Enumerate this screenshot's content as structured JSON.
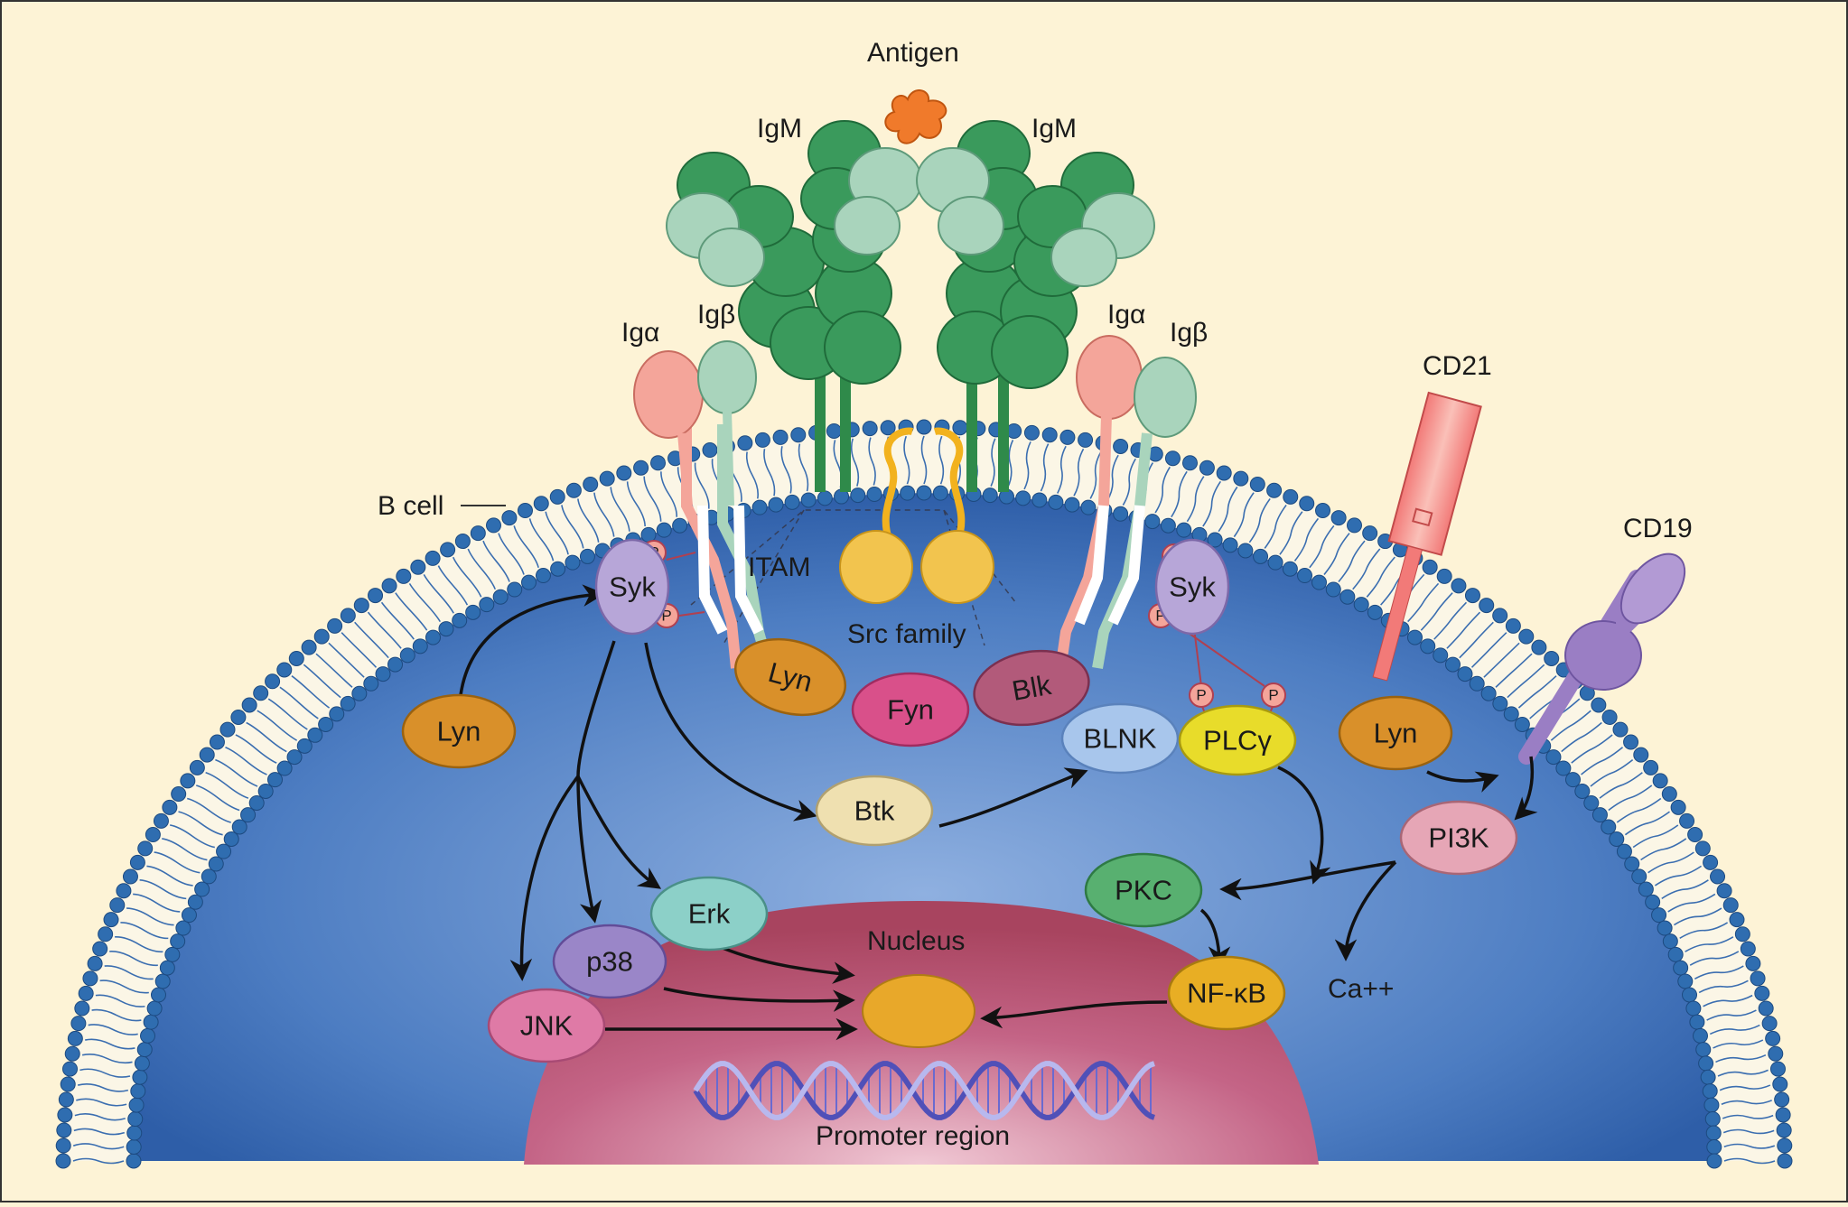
{
  "labels": {
    "antigen": "Antigen",
    "igm_left": "IgM",
    "igm_right": "IgM",
    "iga_left": "Igα",
    "igb_left": "Igβ",
    "iga_right": "Igα",
    "igb_right": "Igβ",
    "cd21": "CD21",
    "cd19": "CD19",
    "b_cell": "B cell",
    "itam": "ITAM",
    "src_family": "Src family",
    "nucleus": "Nucleus",
    "promoter": "Promoter region",
    "ca": "Ca++",
    "phospho": "P"
  },
  "nodes": {
    "syk_left": "Syk",
    "syk_right": "Syk",
    "lyn_left": "Lyn",
    "lyn_mid": "Lyn",
    "lyn_right": "Lyn",
    "fyn": "Fyn",
    "blk": "Blk",
    "blnk": "BLNK",
    "plcg": "PLCγ",
    "btk": "Btk",
    "erk": "Erk",
    "p38": "p38",
    "jnk": "JNK",
    "pkc": "PKC",
    "nfkb": "NF-κB",
    "pi3k": "PI3K"
  },
  "colors": {
    "background": "#fdf3d6",
    "cytoplasm": "#3f6fb5",
    "membrane_head": "#2f6db0",
    "nucleus": "#b5506e",
    "igm_dark": "#3a9a5c",
    "igm_light": "#a9d4bc",
    "antigen": "#f07a2b",
    "iga": "#f4a59a",
    "syk": "#b7a6d8",
    "lyn": "#d9902a",
    "fyn": "#d9508a",
    "blk": "#b25a7a",
    "blnk": "#a8c6ec",
    "plcg": "#e8dc2a",
    "btk": "#efe0b0",
    "erk": "#8cd0c8",
    "p38": "#9a86c8",
    "jnk": "#df7aa6",
    "pkc": "#58b070",
    "nfkb": "#e8ae24",
    "pi3k": "#e6a6b6",
    "cd19": "#9a7ec4"
  }
}
